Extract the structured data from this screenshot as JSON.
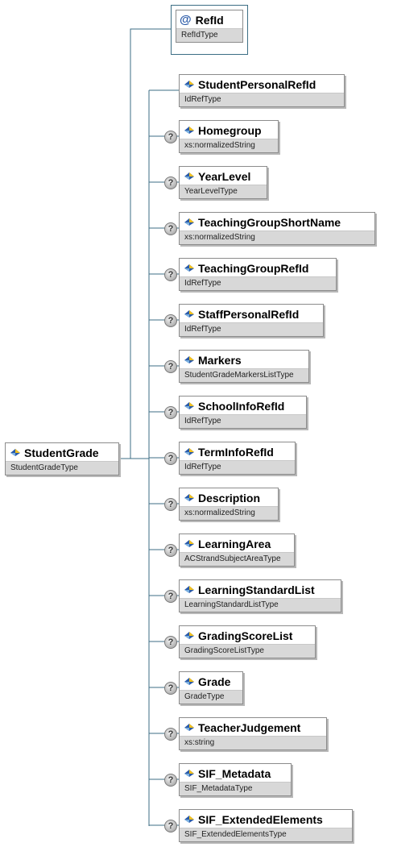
{
  "attribute": {
    "name": "RefId",
    "type": "RefIdType"
  },
  "root": {
    "name": "StudentGrade",
    "type": "StudentGradeType"
  },
  "children": [
    {
      "name": "StudentPersonalRefId",
      "type": "IdRefType",
      "optional": false
    },
    {
      "name": "Homegroup",
      "type": "xs:normalizedString",
      "optional": true
    },
    {
      "name": "YearLevel",
      "type": "YearLevelType",
      "optional": true
    },
    {
      "name": "TeachingGroupShortName",
      "type": "xs:normalizedString",
      "optional": true
    },
    {
      "name": "TeachingGroupRefId",
      "type": "IdRefType",
      "optional": true
    },
    {
      "name": "StaffPersonalRefId",
      "type": "IdRefType",
      "optional": true
    },
    {
      "name": "Markers",
      "type": "StudentGradeMarkersListType",
      "optional": true
    },
    {
      "name": "SchoolInfoRefId",
      "type": "IdRefType",
      "optional": true
    },
    {
      "name": "TermInfoRefId",
      "type": "IdRefType",
      "optional": true
    },
    {
      "name": "Description",
      "type": "xs:normalizedString",
      "optional": true
    },
    {
      "name": "LearningArea",
      "type": "ACStrandSubjectAreaType",
      "optional": true
    },
    {
      "name": "LearningStandardList",
      "type": "LearningStandardListType",
      "optional": true
    },
    {
      "name": "GradingScoreList",
      "type": "GradingScoreListType",
      "optional": true
    },
    {
      "name": "Grade",
      "type": "GradeType",
      "optional": true
    },
    {
      "name": "TeacherJudgement",
      "type": "xs:string",
      "optional": true
    },
    {
      "name": "SIF_Metadata",
      "type": "SIF_MetadataType",
      "optional": true
    },
    {
      "name": "SIF_ExtendedElements",
      "type": "SIF_ExtendedElementsType",
      "optional": true
    }
  ],
  "colors": {
    "wire": "#3c6e84",
    "type_bar": "#d8d8d8",
    "border": "#8c8c8c"
  },
  "icons": {
    "element": "element-icon",
    "optional": "optional-question-icon",
    "attribute": "at-sign-icon"
  }
}
